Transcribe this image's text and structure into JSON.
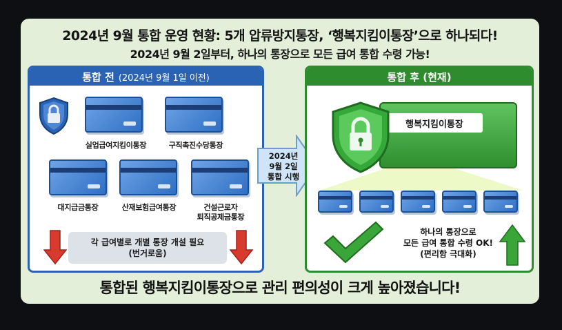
{
  "title": {
    "main": "2024년 9월 통합 운영 현황: 5개 압류방지통장, ‘행복지킴이통장’으로 하나되다!",
    "sub": "2024년 9월 2일부터, 하나의 통장으로 모든 급여 통합 수령 가능!"
  },
  "before": {
    "header": "통합 전",
    "header_sub": "(2024년 9월 1일 이전)",
    "accounts": [
      {
        "label": "실업급여지킴이통장",
        "icon": "bank-card-icon"
      },
      {
        "label": "구직촉진수당통장",
        "icon": "bank-card-icon"
      },
      {
        "label": "대지급금통장",
        "icon": "bank-card-icon"
      },
      {
        "label": "산재보험급여통장",
        "icon": "bank-card-icon"
      },
      {
        "label_line1": "건설근로자",
        "label_line2": "퇴직공제금통장",
        "icon": "bank-card-icon"
      }
    ],
    "note_line1": "각 급여별로 개별 통장 개설 필요",
    "note_line2": "(번거로움)"
  },
  "transition": {
    "line1": "2024년",
    "line2": "9월 2일",
    "line3": "통합 시행"
  },
  "after": {
    "header": "통합 후 (현재)",
    "account_label": "행복지킴이통장",
    "ok_line1": "하나의 통장으로",
    "ok_line2": "모든 급여 통합 수령 OK!",
    "ok_line3": "(편리함 극대화)"
  },
  "footer": "통합된 행복지킴이통장으로 관리 편의성이 크게 높아졌습니다!",
  "colors": {
    "blue": "#2a62b4",
    "green": "#2e8b2e",
    "red": "#d93a2e",
    "background": "#e3efd9"
  }
}
